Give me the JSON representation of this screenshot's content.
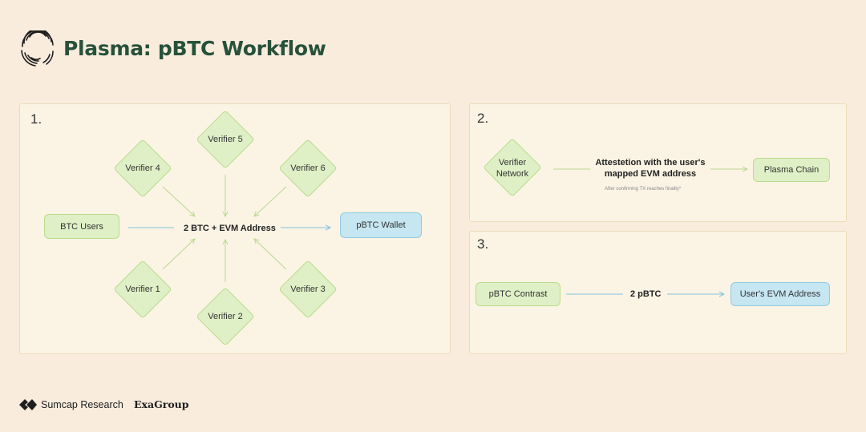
{
  "header": {
    "title": "Plasma: pBTC Workflow"
  },
  "panel1": {
    "number": "1.",
    "source": "BTC Users",
    "flow_label": "2 BTC + EVM Address",
    "target": "pBTC Wallet",
    "verifiers": [
      "Verifier 1",
      "Verifier 2",
      "Verifier 3",
      "Verifier 4",
      "Verifier 5",
      "Verifier 6"
    ]
  },
  "panel2": {
    "number": "2.",
    "source_line1": "Verifier",
    "source_line2": "Network",
    "flow_label_line1": "Attestetion with the user's",
    "flow_label_line2": "mapped EVM address",
    "note": "After confirming TX reaches finality*",
    "target": "Plasma Chain"
  },
  "panel3": {
    "number": "3.",
    "source": "pBTC Contrast",
    "flow_label": "2 pBTC",
    "target": "User's EVM Address"
  },
  "footer": {
    "brand1": "Sumcap Research",
    "brand2": "ExaGroup"
  },
  "colors": {
    "title": "#27513a",
    "green_fill": "#dff0c6",
    "green_border": "#b8dc8c",
    "blue_fill": "#c6e6f1",
    "blue_border": "#8fcbe1",
    "arrow_green": "#b9d88f",
    "arrow_blue": "#7fc3dc"
  }
}
